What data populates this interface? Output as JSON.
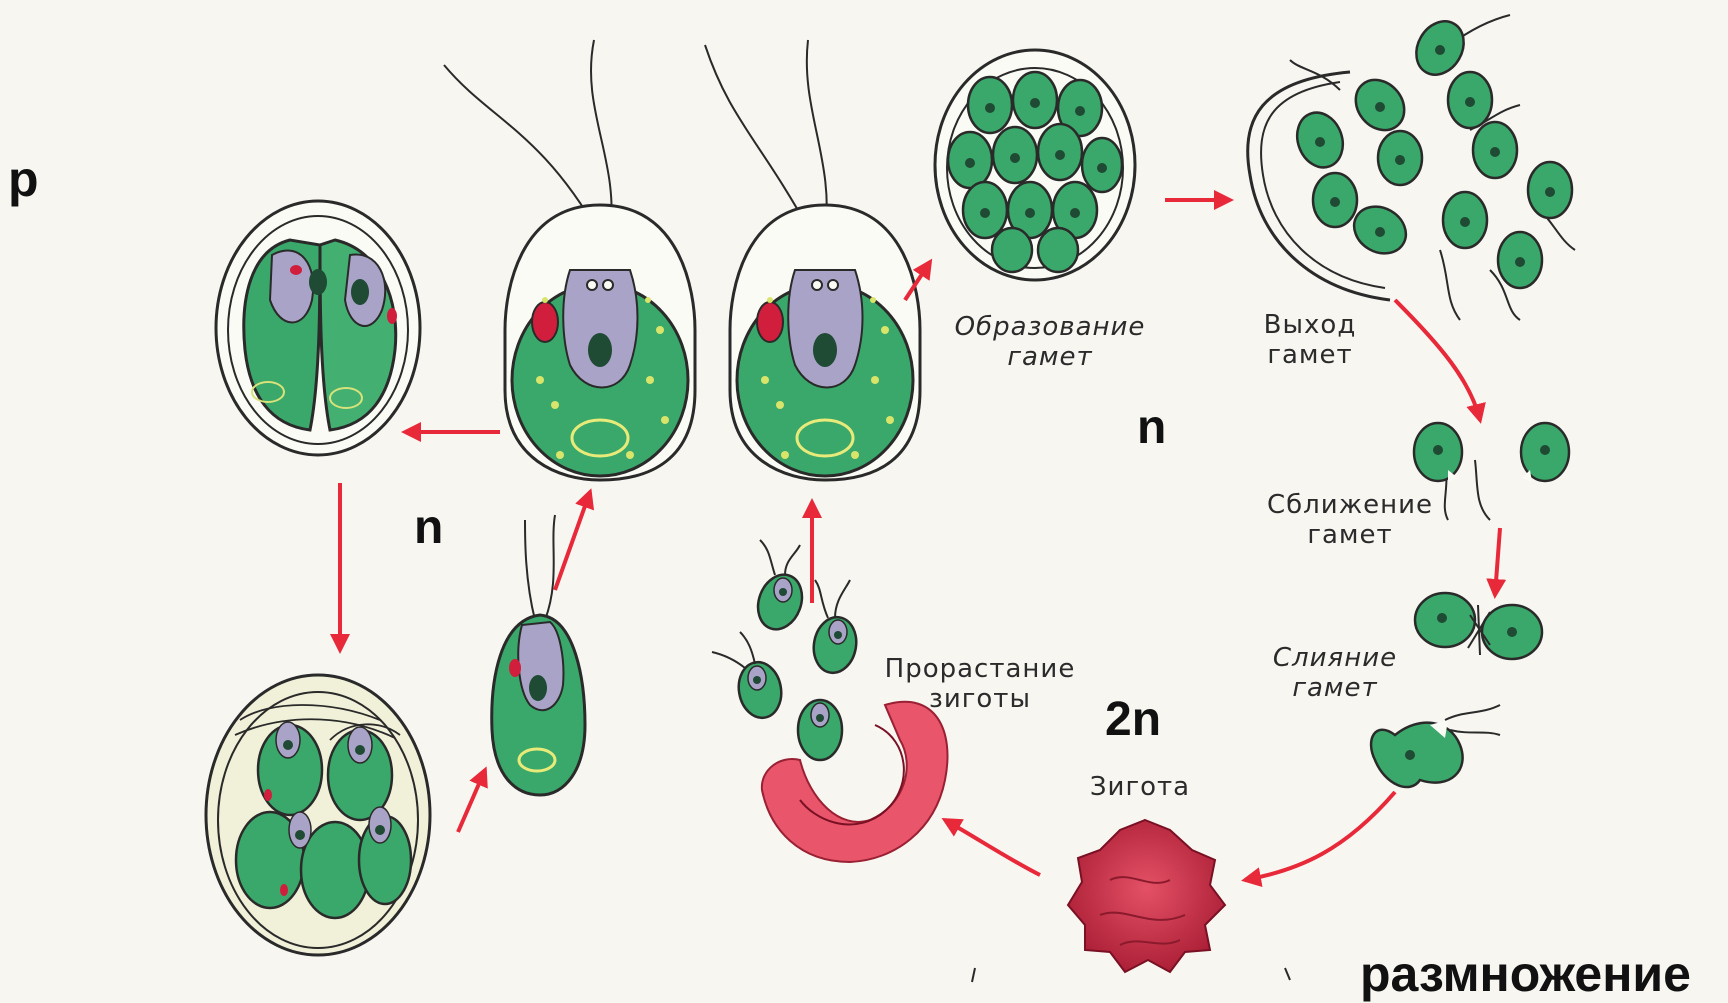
{
  "labels": {
    "gamete_formation": "Образование\nгамет",
    "gamete_release": "Выход\nгамет",
    "gamete_approach": "Сближение\nгамет",
    "gamete_fusion": "Слияние\nгамет",
    "zygote": "Зигота",
    "zygote_germination": "Прорастание\nзиготы"
  },
  "markers": {
    "edge_letter": "р",
    "ploidy_left": "n",
    "ploidy_right": "n",
    "ploidy_diploid": "2n",
    "footer_word": "размножение"
  },
  "colors": {
    "cell_green": "#3aa86a",
    "cell_green_light": "#6cc488",
    "nucleus_dark": "#1f4a33",
    "nucleus_grey": "#a9a3c8",
    "eyespot_red": "#d01e3c",
    "zygote_red": "#c8283e",
    "germ_pink": "#e9566b",
    "arrow_red": "#e8293a",
    "outline": "#2a2a2a"
  }
}
